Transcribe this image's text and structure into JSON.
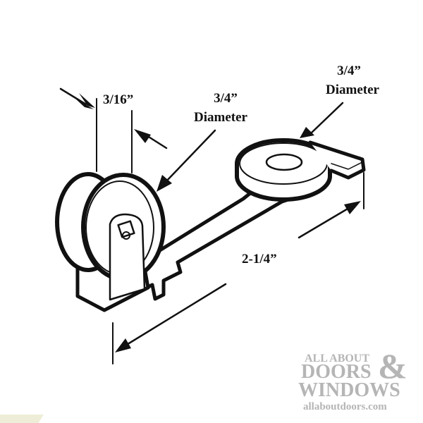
{
  "diagram": {
    "subject": "sliding door roller assembly",
    "labels": {
      "width_wheel": "3/16”",
      "wheel_diameter_value": "3/4”",
      "wheel_diameter_word": "Diameter",
      "disc_diameter_value": "3/4”",
      "disc_diameter_word": "Diameter",
      "length": "2-1/4”"
    }
  },
  "watermark": {
    "line1": "ALL ABOUT",
    "line2": "DOORS",
    "ampersand": "&",
    "line3": "WINDOWS",
    "url": "allaboutdoors.com",
    "color": "#b5b5b5"
  }
}
